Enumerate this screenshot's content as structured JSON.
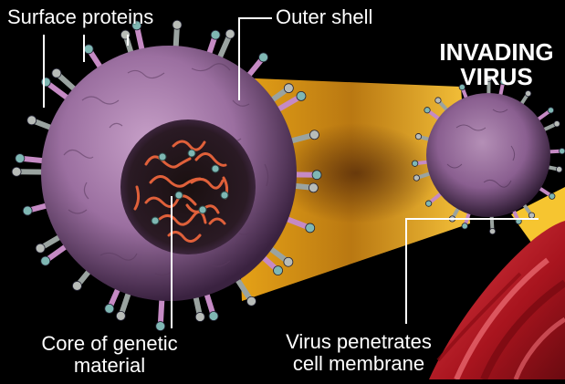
{
  "title": {
    "line1": "INVADING",
    "line2": "VIRUS"
  },
  "labels": {
    "surface_proteins": "Surface proteins",
    "outer_shell": "Outer shell",
    "core_line1": "Core of genetic",
    "core_line2": "material",
    "penetrates_line1": "Virus penetrates",
    "penetrates_line2": "cell membrane"
  },
  "colors": {
    "background": "#000000",
    "virus_shell": "#a07aa6",
    "virus_shell_dark": "#3d2642",
    "spike": "#c58ac4",
    "protein_tip": "#7fb7b3",
    "genetic_material": "#e0603a",
    "cell_membrane": "#c0202a",
    "beam": "#f2b019"
  }
}
